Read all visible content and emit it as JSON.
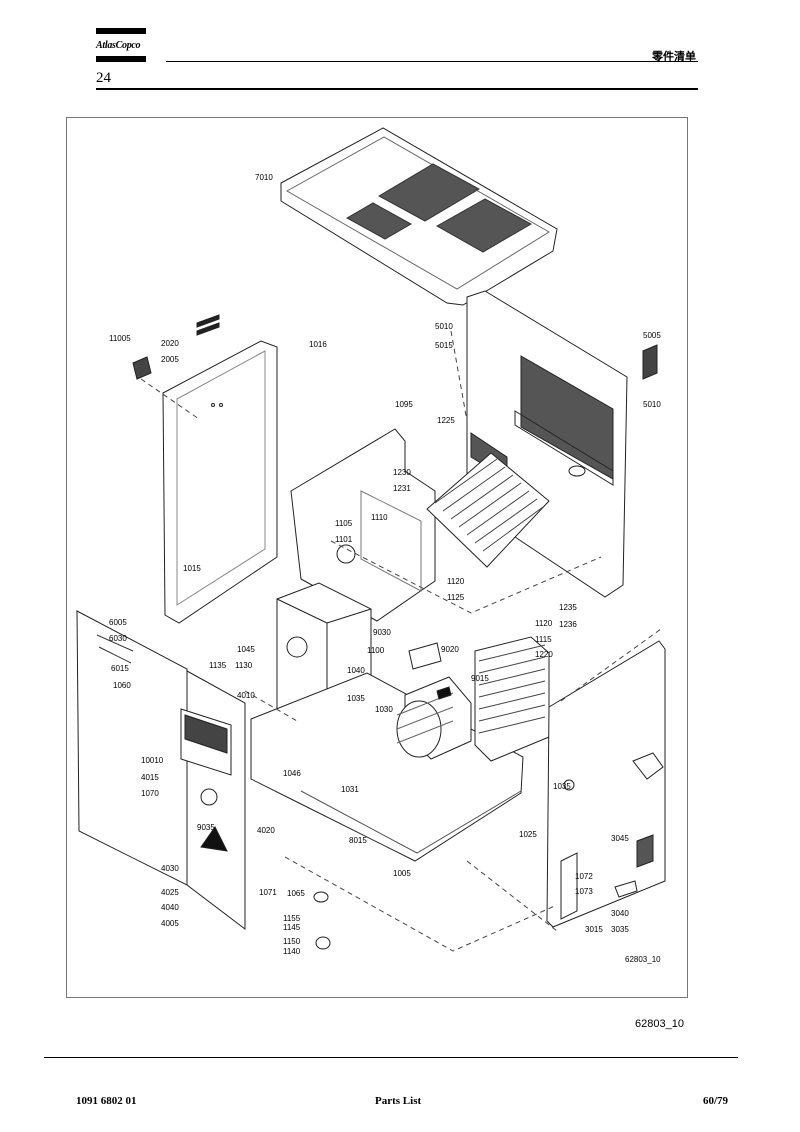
{
  "header": {
    "brand": "AtlasCopco",
    "section_title": "零件清单",
    "page_number": "24"
  },
  "diagram": {
    "drawing_id": "62803_10",
    "callouts": [
      "7010",
      "5010",
      "5015",
      "5005",
      "5010",
      "11005",
      "2020",
      "2005",
      "1016",
      "1095",
      "1225",
      "1230",
      "1231",
      "1105",
      "1110",
      "1101",
      "1015",
      "1120",
      "1125",
      "1120",
      "1115",
      "1235",
      "1236",
      "1220",
      "6005",
      "6030",
      "6015",
      "1060",
      "1045",
      "1135",
      "1130",
      "4010",
      "1040",
      "1035",
      "1100",
      "9030",
      "9020",
      "9015",
      "1030",
      "10010",
      "4015",
      "1070",
      "9035",
      "1046",
      "4020",
      "1031",
      "8015",
      "1035",
      "1025",
      "3045",
      "4030",
      "1005",
      "1072",
      "1073",
      "4025",
      "4040",
      "4005",
      "1071",
      "1065",
      "3040",
      "3015",
      "3035",
      "1155",
      "1145",
      "1150",
      "1140",
      "62803_10"
    ]
  },
  "figure_ref": "62803_10",
  "footer": {
    "part_number": "1091 6802 01",
    "doc_title": "Parts List",
    "page_count": "60/79"
  }
}
